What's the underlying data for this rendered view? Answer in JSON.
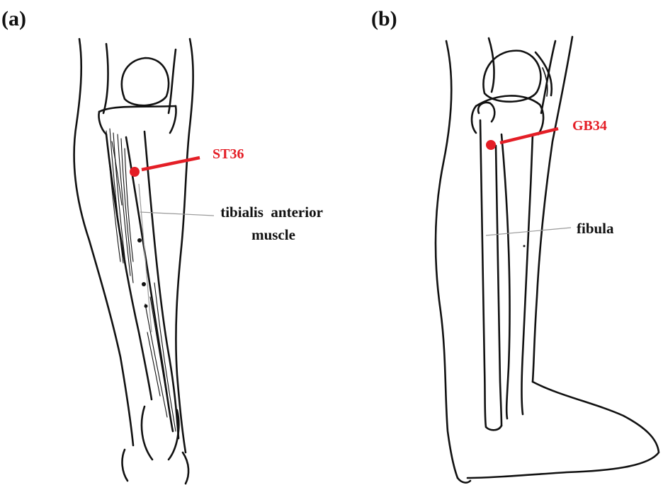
{
  "panels": [
    {
      "id": "a",
      "panel_label": "(a)",
      "acupoint": {
        "label": "ST36",
        "color": "#e41e26"
      },
      "annotation_lines": [
        "tibialis  anterior",
        "muscle"
      ]
    },
    {
      "id": "b",
      "panel_label": "(b)",
      "acupoint": {
        "label": "GB34",
        "color": "#e41e26"
      },
      "annotation_lines": [
        "fibula"
      ]
    }
  ],
  "colors": {
    "ink": "#111111",
    "accent": "#e41e26",
    "leader": "#9a9a9a",
    "background": "#ffffff"
  }
}
